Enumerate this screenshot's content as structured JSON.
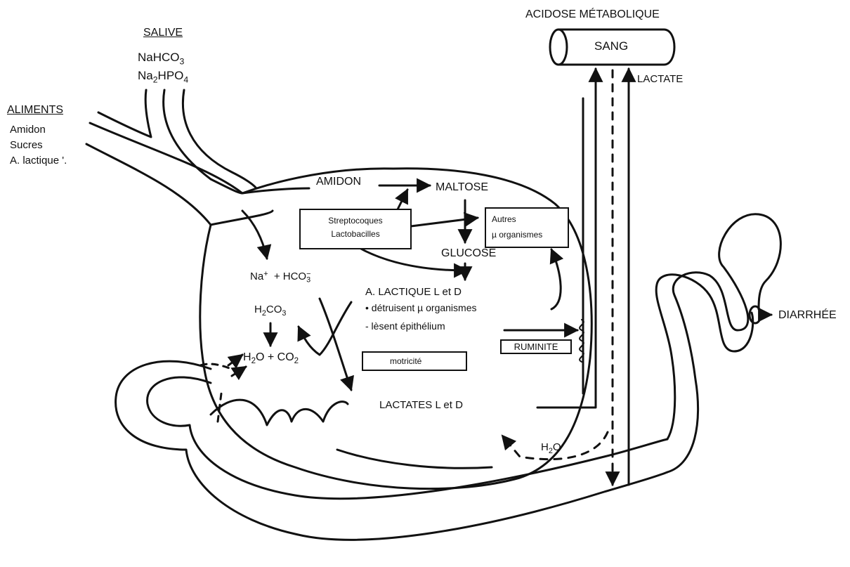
{
  "salive": {
    "title": "SALIVE",
    "line1_a": "NaHCO",
    "line1_b": "3",
    "line2_a": "Na",
    "line2_b": "2",
    "line2_c": "HPO",
    "line2_d": "4"
  },
  "aliments": {
    "title": "ALIMENTS",
    "items": [
      "Amidon",
      "Sucres",
      "A. lactique '."
    ]
  },
  "blood": {
    "acidose": "ACIDOSE MÉTABOLIQUE",
    "sang": "SANG",
    "lactate": "LACTATE"
  },
  "rumen": {
    "amidon": "AMIDON",
    "maltose": "MALTOSE",
    "glucose": "GLUCOSE",
    "strepto": "Streptocoques",
    "lacto": "Lactobacilles",
    "autres": "Autres",
    "organismes": "µ organismes",
    "na": "Na",
    "na_sup": "+",
    "hco3_plus": "+ HCO",
    "hco3_sub": "3",
    "hco3_sup": "−",
    "h2co3_a": "H",
    "h2co3_b": "2",
    "h2co3_c": "CO",
    "h2co3_d": "3",
    "h2o_a": "H",
    "h2o_b": "2",
    "h2o_c": "O + CO",
    "h2o_d": "2",
    "acide": "A. LACTIQUE L et D",
    "effect1": "• détruisent  µ organismes",
    "effect2": "- lèsent épithélium",
    "motricite": "motricité",
    "ruminite": "RUMINITE",
    "lactates": "LACTATES L et D",
    "h2o2_a": "H",
    "h2o2_b": "2",
    "h2o2_c": "O"
  },
  "diarrhee": "DIARRHÉE"
}
